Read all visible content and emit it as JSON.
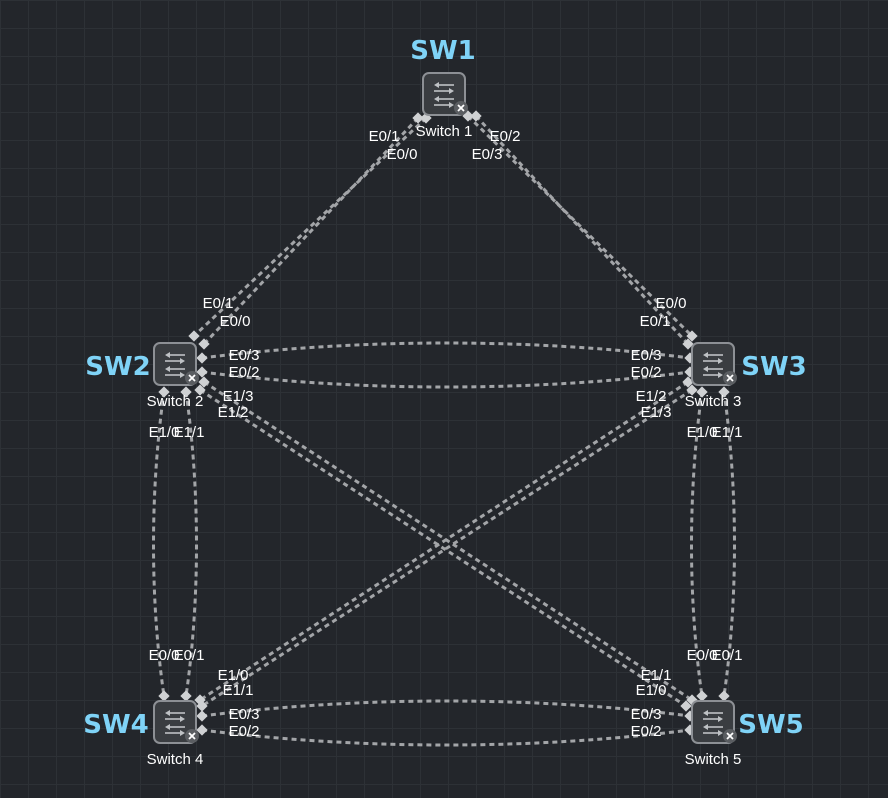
{
  "switches": [
    {
      "id": "sw1",
      "tag": "SW1",
      "label": "Switch 1"
    },
    {
      "id": "sw2",
      "tag": "SW2",
      "label": "Switch 2"
    },
    {
      "id": "sw3",
      "tag": "SW3",
      "label": "Switch 3"
    },
    {
      "id": "sw4",
      "tag": "SW4",
      "label": "Switch 4"
    },
    {
      "id": "sw5",
      "tag": "SW5",
      "label": "Switch 5"
    }
  ],
  "links": [
    {
      "id": "l1",
      "a": "sw1",
      "a_port": "E0/1",
      "b": "sw2",
      "b_port": "E0/1"
    },
    {
      "id": "l2",
      "a": "sw1",
      "a_port": "E0/0",
      "b": "sw2",
      "b_port": "E0/0"
    },
    {
      "id": "l3",
      "a": "sw1",
      "a_port": "E0/2",
      "b": "sw3",
      "b_port": "E0/0"
    },
    {
      "id": "l4",
      "a": "sw1",
      "a_port": "E0/3",
      "b": "sw3",
      "b_port": "E0/1"
    },
    {
      "id": "l5",
      "a": "sw2",
      "a_port": "E0/3",
      "b": "sw3",
      "b_port": "E0/3"
    },
    {
      "id": "l6",
      "a": "sw2",
      "a_port": "E0/2",
      "b": "sw3",
      "b_port": "E0/2"
    },
    {
      "id": "l7",
      "a": "sw2",
      "a_port": "E1/3",
      "b": "sw5",
      "b_port": "E1/1"
    },
    {
      "id": "l8",
      "a": "sw2",
      "a_port": "E1/2",
      "b": "sw5",
      "b_port": "E1/0"
    },
    {
      "id": "l9",
      "a": "sw3",
      "a_port": "E1/2",
      "b": "sw4",
      "b_port": "E1/0"
    },
    {
      "id": "l10",
      "a": "sw3",
      "a_port": "E1/3",
      "b": "sw4",
      "b_port": "E1/1"
    },
    {
      "id": "l11",
      "a": "sw2",
      "a_port": "E1/0",
      "b": "sw4",
      "b_port": "E0/0"
    },
    {
      "id": "l12",
      "a": "sw2",
      "a_port": "E1/1",
      "b": "sw4",
      "b_port": "E0/1"
    },
    {
      "id": "l13",
      "a": "sw3",
      "a_port": "E1/0",
      "b": "sw5",
      "b_port": "E0/0"
    },
    {
      "id": "l14",
      "a": "sw3",
      "a_port": "E1/1",
      "b": "sw5",
      "b_port": "E0/1"
    },
    {
      "id": "l15",
      "a": "sw4",
      "a_port": "E0/3",
      "b": "sw5",
      "b_port": "E0/3"
    },
    {
      "id": "l16",
      "a": "sw4",
      "a_port": "E0/2",
      "b": "sw5",
      "b_port": "E0/2"
    }
  ],
  "colors": {
    "background": "#23262b",
    "grid": "#2d3136",
    "link": "#a3a5a8",
    "tag": "#7fd3f7",
    "label": "#ffffff"
  }
}
